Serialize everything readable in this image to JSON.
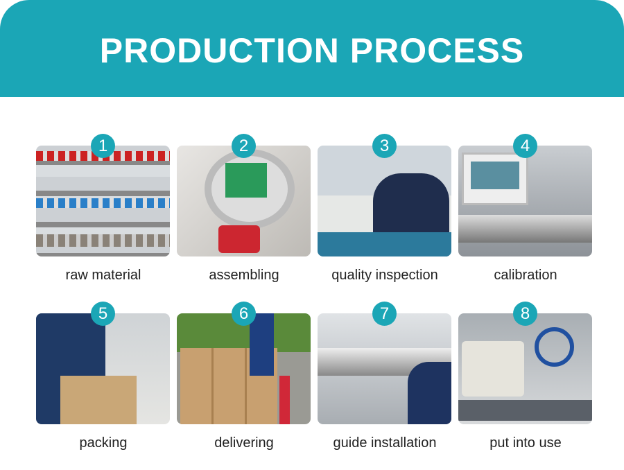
{
  "header": {
    "title": "PRODUCTION PROCESS"
  },
  "steps": [
    {
      "number": "1",
      "label": "raw material"
    },
    {
      "number": "2",
      "label": "assembling"
    },
    {
      "number": "3",
      "label": "quality inspection"
    },
    {
      "number": "4",
      "label": "calibration"
    },
    {
      "number": "5",
      "label": "packing"
    },
    {
      "number": "6",
      "label": "delivering"
    },
    {
      "number": "7",
      "label": "guide installation"
    },
    {
      "number": "8",
      "label": "put into use"
    }
  ],
  "colors": {
    "accent": "#1ba6b6"
  }
}
